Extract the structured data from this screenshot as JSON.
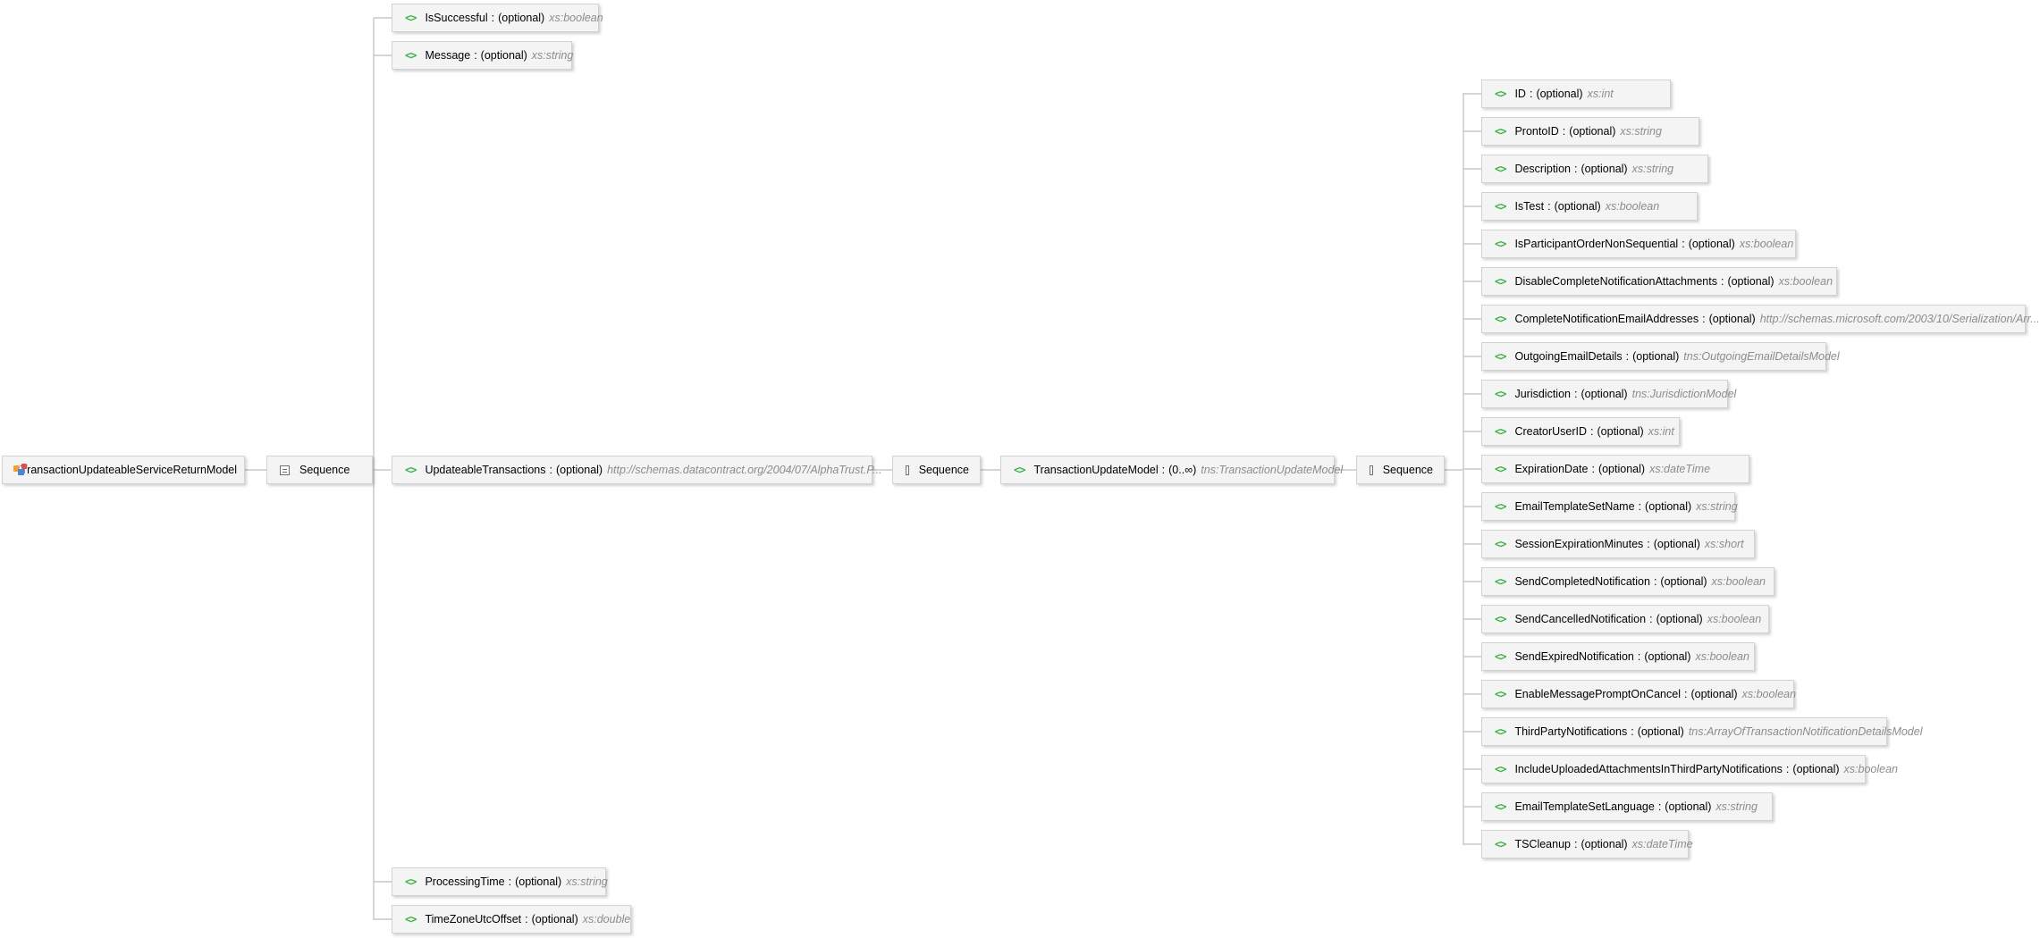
{
  "root": {
    "label": "TransactionUpdateableServiceReturnModel"
  },
  "sequences": [
    "Sequence",
    "Sequence",
    "Sequence"
  ],
  "top_elements": [
    {
      "name": "IsSuccessful",
      "card": "(optional)",
      "type": "xs:boolean"
    },
    {
      "name": "Message",
      "card": "(optional)",
      "type": "xs:string"
    },
    {
      "name": "UpdateableTransactions",
      "card": "(optional)",
      "type": "http://schemas.datacontract.org/2004/07/AlphaTrust.P..."
    },
    {
      "name": "ProcessingTime",
      "card": "(optional)",
      "type": "xs:string"
    },
    {
      "name": "TimeZoneUtcOffset",
      "card": "(optional)",
      "type": "xs:double"
    }
  ],
  "middle_element": {
    "name": "TransactionUpdateModel",
    "card": "(0..∞)",
    "type": "tns:TransactionUpdateModel"
  },
  "right_elements": [
    {
      "name": "ID",
      "card": "(optional)",
      "type": "xs:int"
    },
    {
      "name": "ProntoID",
      "card": "(optional)",
      "type": "xs:string"
    },
    {
      "name": "Description",
      "card": "(optional)",
      "type": "xs:string"
    },
    {
      "name": "IsTest",
      "card": "(optional)",
      "type": "xs:boolean"
    },
    {
      "name": "IsParticipantOrderNonSequential",
      "card": "(optional)",
      "type": "xs:boolean"
    },
    {
      "name": "DisableCompleteNotificationAttachments",
      "card": "(optional)",
      "type": "xs:boolean"
    },
    {
      "name": "CompleteNotificationEmailAddresses",
      "card": "(optional)",
      "type": "http://schemas.microsoft.com/2003/10/Serialization/Arr..."
    },
    {
      "name": "OutgoingEmailDetails",
      "card": "(optional)",
      "type": "tns:OutgoingEmailDetailsModel"
    },
    {
      "name": "Jurisdiction",
      "card": "(optional)",
      "type": "tns:JurisdictionModel"
    },
    {
      "name": "CreatorUserID",
      "card": "(optional)",
      "type": "xs:int"
    },
    {
      "name": "ExpirationDate",
      "card": "(optional)",
      "type": "xs:dateTime"
    },
    {
      "name": "EmailTemplateSetName",
      "card": "(optional)",
      "type": "xs:string"
    },
    {
      "name": "SessionExpirationMinutes",
      "card": "(optional)",
      "type": "xs:short"
    },
    {
      "name": "SendCompletedNotification",
      "card": "(optional)",
      "type": "xs:boolean"
    },
    {
      "name": "SendCancelledNotification",
      "card": "(optional)",
      "type": "xs:boolean"
    },
    {
      "name": "SendExpiredNotification",
      "card": "(optional)",
      "type": "xs:boolean"
    },
    {
      "name": "EnableMessagePromptOnCancel",
      "card": "(optional)",
      "type": "xs:boolean"
    },
    {
      "name": "ThirdPartyNotifications",
      "card": "(optional)",
      "type": "tns:ArrayOfTransactionNotificationDetailsModel"
    },
    {
      "name": "IncludeUploadedAttachmentsInThirdPartyNotifications",
      "card": "(optional)",
      "type": "xs:boolean"
    },
    {
      "name": "EmailTemplateSetLanguage",
      "card": "(optional)",
      "type": "xs:string"
    },
    {
      "name": "TSCleanup",
      "card": "(optional)",
      "type": "xs:dateTime"
    }
  ],
  "colors": {
    "element_icon": "#3cb043",
    "type_text": "#8c8c8c",
    "connector": "#c8c8c8"
  }
}
